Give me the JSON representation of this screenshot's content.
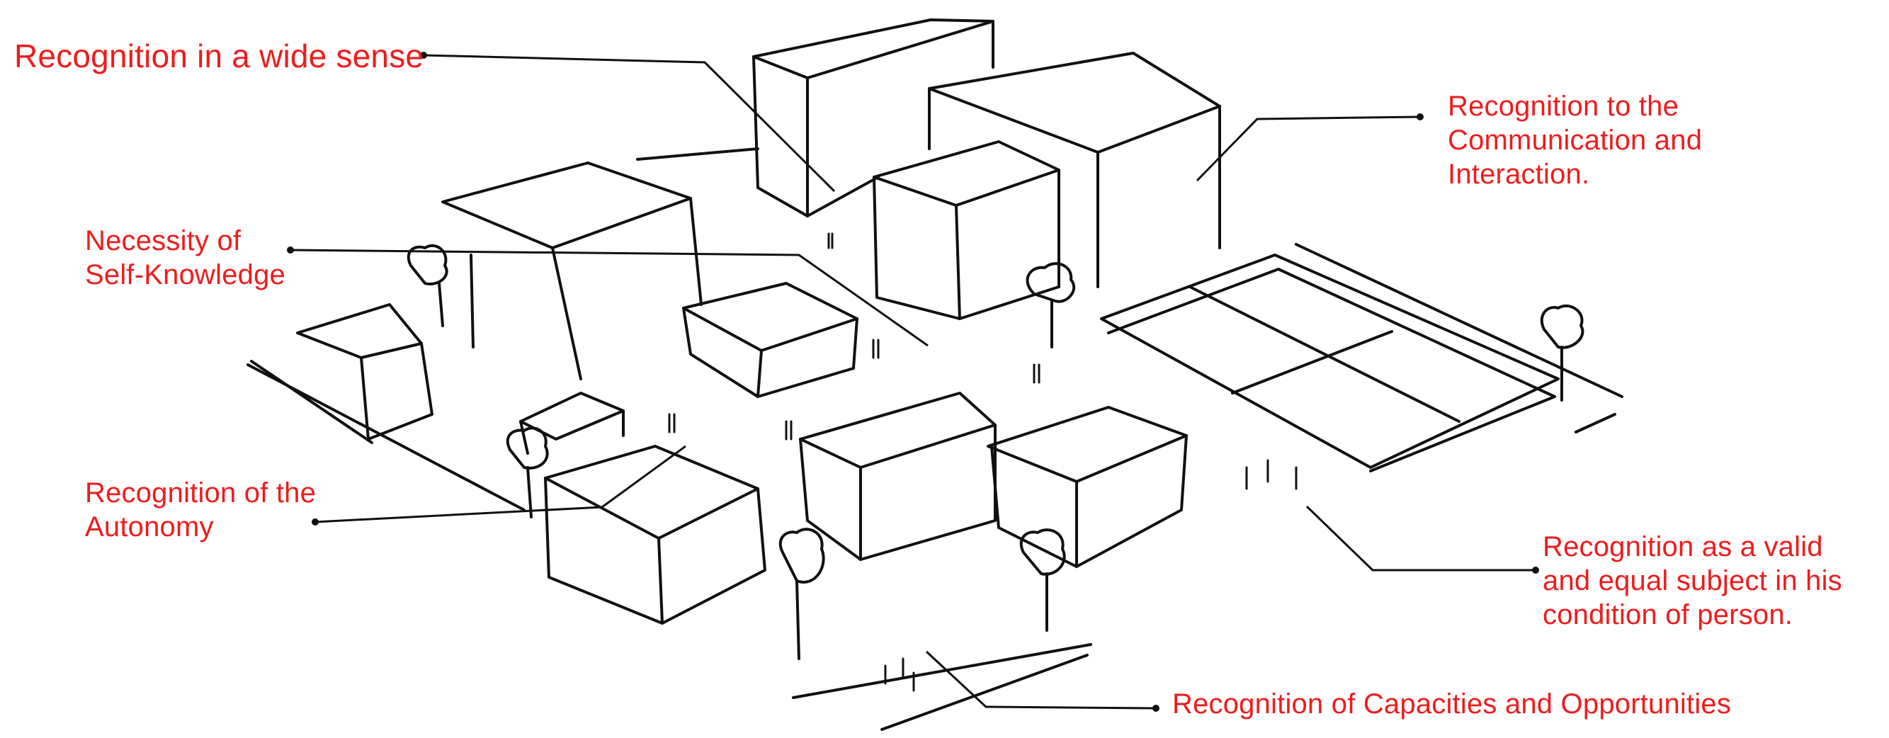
{
  "colors": {
    "label": "#ee1c1c",
    "ink": "#111111",
    "background": "#ffffff"
  },
  "labels": {
    "wide_sense": "Recognition in a wide sense",
    "communication": [
      "Recognition to the",
      "Communication and",
      "Interaction."
    ],
    "self_knowledge": [
      "Necessity of",
      "Self-Knowledge"
    ],
    "autonomy": [
      "Recognition of the",
      "Autonomy"
    ],
    "valid_subject": [
      "Recognition as a valid",
      "and equal subject in his",
      "condition of person."
    ],
    "capacities": "Recognition of Capacities and Opportunities"
  }
}
